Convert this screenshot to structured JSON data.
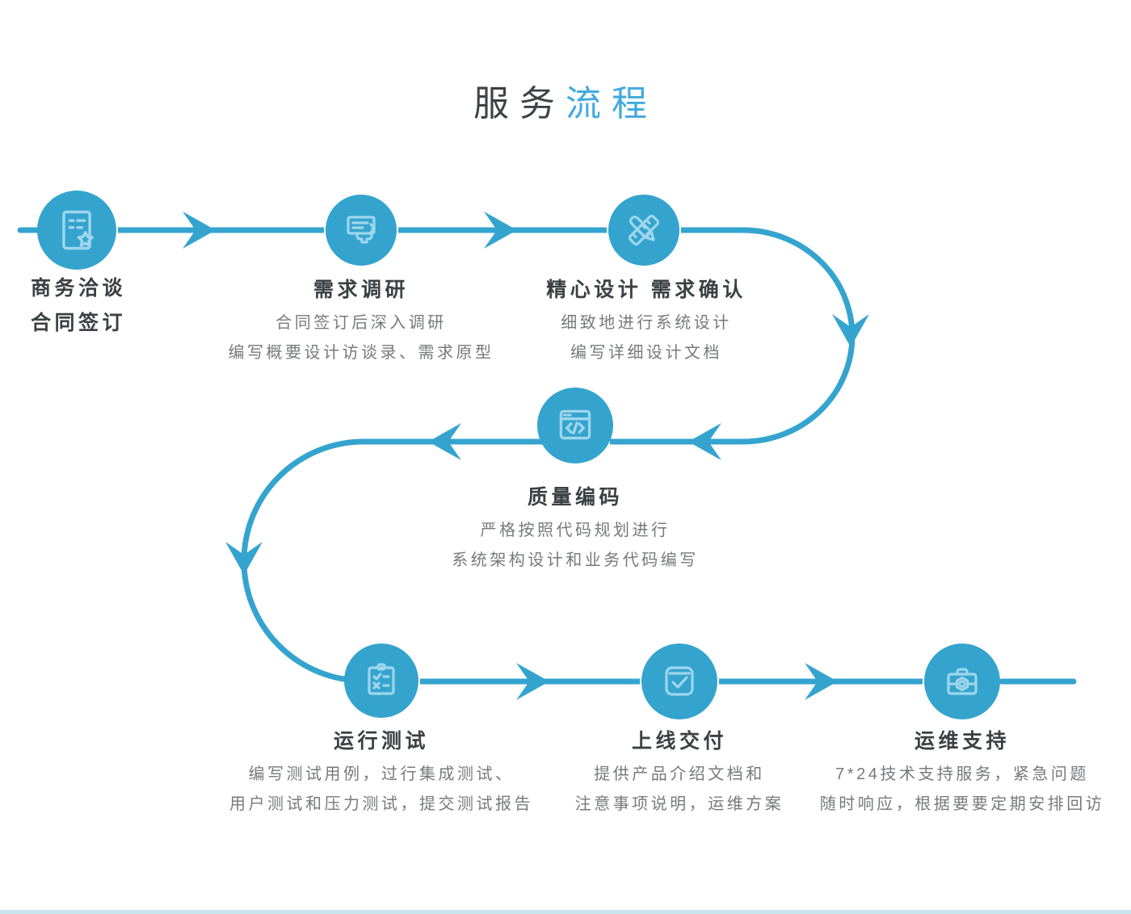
{
  "title": {
    "black": "服务",
    "blue": "流程"
  },
  "colors": {
    "accent": "#34a4cf",
    "title_blue": "#41aadd",
    "dark_text": "#3b4043",
    "gray_text": "#77797b",
    "icon_stroke": "#9fd6eb",
    "bottom_bar": "#c8e5ef"
  },
  "steps": [
    {
      "name": "business-negotiation",
      "icon": "contract-star-icon",
      "title": "商务洽谈",
      "title2": "合同签订",
      "desc1": "",
      "desc2": ""
    },
    {
      "name": "requirement-research",
      "icon": "hand-card-icon",
      "title": "需求调研",
      "desc1": "合同签订后深入调研",
      "desc2": "编写概要设计访谈录、需求原型"
    },
    {
      "name": "careful-design",
      "icon": "pencil-ruler-icon",
      "title": "精心设计 需求确认",
      "desc1": "细致地进行系统设计",
      "desc2": "编写详细设计文档"
    },
    {
      "name": "quality-coding",
      "icon": "code-window-icon",
      "title": "质量编码",
      "desc1": "严格按照代码规划进行",
      "desc2": "系统架构设计和业务代码编写"
    },
    {
      "name": "run-testing",
      "icon": "checklist-icon",
      "title": "运行测试",
      "desc1": "编写测试用例，过行集成测试、",
      "desc2": "用户测试和压力测试，提交测试报告"
    },
    {
      "name": "launch-delivery",
      "icon": "check-square-icon",
      "title": "上线交付",
      "desc1": "提供产品介绍文档和",
      "desc2": "注意事项说明，运维方案"
    },
    {
      "name": "ops-support",
      "icon": "toolbox-icon",
      "title": "运维支持",
      "desc1": "7*24技术支持服务，紧急问题",
      "desc2": "随时响应，根据要要定期安排回访"
    }
  ]
}
